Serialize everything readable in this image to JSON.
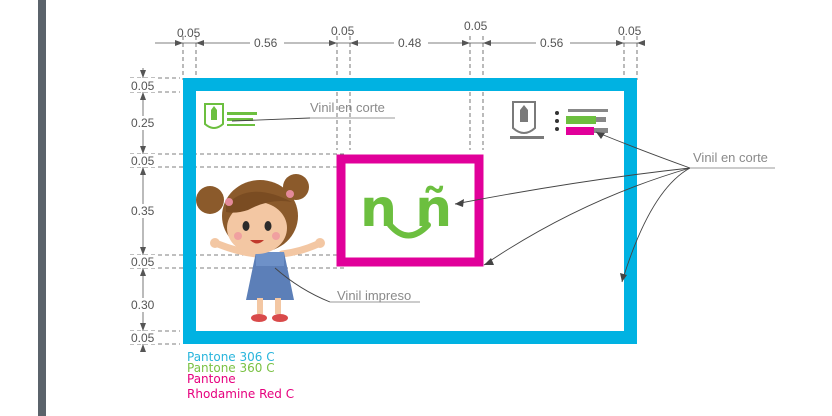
{
  "dimensions": {
    "horizontal": [
      "0.05",
      "0.56",
      "0.05",
      "0.48",
      "0.05",
      "0.56",
      "0.05"
    ],
    "vertical": [
      "0.05",
      "0.25",
      "0.05",
      "0.35",
      "0.05",
      "0.30",
      "0.05"
    ]
  },
  "annotations": {
    "vinil_corte_top": "Vinil en corte",
    "vinil_corte_right": "Vinil en corte",
    "vinil_impreso": "Vinil impreso"
  },
  "sign": {
    "logo_text": "n ñ"
  },
  "legend": [
    {
      "text": "Pantone 306 C",
      "color": "#29b5dc"
    },
    {
      "text": "Pantone 360 C",
      "color": "#7ac143"
    },
    {
      "text": "Pantone",
      "color": "#e6007e"
    },
    {
      "text": "Rhodamine Red C",
      "color": "#e6007e"
    }
  ],
  "colors": {
    "cyan": "#00b2e2",
    "magenta": "#e1009a",
    "green": "#6cbf3f",
    "sidebar": "#5b636b"
  }
}
